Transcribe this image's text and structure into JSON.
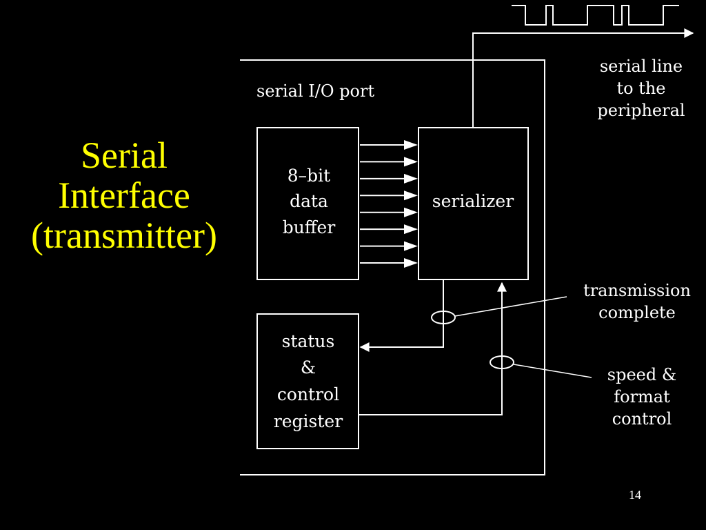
{
  "title": {
    "line1": "Serial",
    "line2": "Interface",
    "line3": "(transmitter)"
  },
  "page_number": "14",
  "diagram": {
    "port_label": "serial I/O port",
    "buffer": {
      "line1": "8–bit",
      "line2": "data",
      "line3": "buffer"
    },
    "serializer": {
      "label": "serializer"
    },
    "register": {
      "line1": "status",
      "line2": "&",
      "line3": "control",
      "line4": "register"
    },
    "serial_line": {
      "line1": "serial line",
      "line2": "to the",
      "line3": "peripheral"
    },
    "transmission": {
      "line1": "transmission",
      "line2": "complete"
    },
    "speed": {
      "line1": "speed &",
      "line2": "format",
      "line3": "control"
    },
    "data_arrow_count": 8
  },
  "colors": {
    "background": "#000000",
    "title": "#ffff00",
    "diagram": "#ffffff"
  }
}
